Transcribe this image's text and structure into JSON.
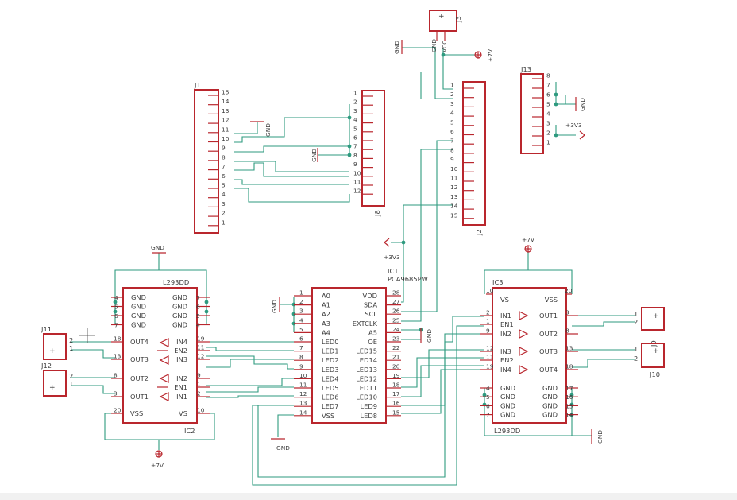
{
  "components": {
    "j1": {
      "name": "J1",
      "pins": [
        "15",
        "14",
        "13",
        "12",
        "11",
        "10",
        "9",
        "8",
        "7",
        "6",
        "5",
        "4",
        "3",
        "2",
        "1"
      ]
    },
    "j8": {
      "name": "J8",
      "pins": [
        "1",
        "2",
        "3",
        "4",
        "5",
        "6",
        "7",
        "8",
        "9",
        "10",
        "11",
        "12"
      ]
    },
    "j2": {
      "name": "J2",
      "pins": [
        "1",
        "2",
        "3",
        "4",
        "5",
        "6",
        "7",
        "8",
        "9",
        "10",
        "11",
        "12",
        "13",
        "14",
        "15"
      ]
    },
    "j3": {
      "name": "J3",
      "pin_gnd": "GND",
      "pin_vcc": "VCC"
    },
    "j13": {
      "name": "J13",
      "pins": [
        "8",
        "7",
        "6",
        "5",
        "4",
        "3",
        "2",
        "1"
      ]
    },
    "ic1": {
      "name": "IC1",
      "value": "PCA9685PW",
      "left": [
        {
          "n": "1",
          "s": "A0"
        },
        {
          "n": "2",
          "s": "A1"
        },
        {
          "n": "3",
          "s": "A2"
        },
        {
          "n": "4",
          "s": "A3"
        },
        {
          "n": "5",
          "s": "A4"
        },
        {
          "n": "6",
          "s": "LED0"
        },
        {
          "n": "7",
          "s": "LED1"
        },
        {
          "n": "8",
          "s": "LED2"
        },
        {
          "n": "9",
          "s": "LED3"
        },
        {
          "n": "10",
          "s": "LED4"
        },
        {
          "n": "11",
          "s": "LED5"
        },
        {
          "n": "12",
          "s": "LED6"
        },
        {
          "n": "13",
          "s": "LED7"
        },
        {
          "n": "14",
          "s": "VSS"
        }
      ],
      "right": [
        {
          "n": "28",
          "s": "VDD"
        },
        {
          "n": "27",
          "s": "SDA"
        },
        {
          "n": "26",
          "s": "SCL"
        },
        {
          "n": "25",
          "s": "EXTCLK"
        },
        {
          "n": "24",
          "s": "A5"
        },
        {
          "n": "23",
          "s": "OE"
        },
        {
          "n": "22",
          "s": "LED15"
        },
        {
          "n": "21",
          "s": "LED14"
        },
        {
          "n": "20",
          "s": "LED13"
        },
        {
          "n": "19",
          "s": "LED12"
        },
        {
          "n": "18",
          "s": "LED11"
        },
        {
          "n": "17",
          "s": "LED10"
        },
        {
          "n": "16",
          "s": "LED9"
        },
        {
          "n": "15",
          "s": "LED8"
        }
      ]
    },
    "ic2": {
      "name": "IC2",
      "value": "L293DD",
      "gnd_left": [
        {
          "n": "4",
          "s": "GND"
        },
        {
          "n": "5",
          "s": "GND"
        },
        {
          "n": "6",
          "s": "GND"
        },
        {
          "n": "7",
          "s": "GND"
        }
      ],
      "gnd_right": [
        {
          "n": "7",
          "s": "GND"
        },
        {
          "n": "6",
          "s": "GND"
        },
        {
          "n": "5",
          "s": "GND"
        },
        {
          "n": "4",
          "s": "GND"
        }
      ],
      "left_pins": [
        {
          "n": "18",
          "s": "OUT4"
        },
        {
          "n": "13",
          "s": "OUT3"
        },
        {
          "n": "8",
          "s": "OUT2"
        },
        {
          "n": "3",
          "s": "OUT1"
        },
        {
          "n": "20",
          "s": "VSS"
        }
      ],
      "right_pins": [
        {
          "n": "19",
          "s": "IN4"
        },
        {
          "n": "11",
          "s": "EN2"
        },
        {
          "n": "12",
          "s": "IN3"
        },
        {
          "n": "9",
          "s": "IN2"
        },
        {
          "n": "1",
          "s": "EN1"
        },
        {
          "n": "2",
          "s": "IN1"
        },
        {
          "n": "10",
          "s": "VS"
        }
      ]
    },
    "ic3": {
      "name": "IC3",
      "value": "L293DD",
      "top": [
        {
          "n": "10",
          "s": "VS"
        },
        {
          "n": "20",
          "s": "VSS"
        }
      ],
      "left_pins": [
        {
          "n": "2",
          "s": "IN1"
        },
        {
          "n": "1",
          "s": "EN1"
        },
        {
          "n": "9",
          "s": "IN2"
        },
        {
          "n": "12",
          "s": "IN3"
        },
        {
          "n": "11",
          "s": "EN2"
        },
        {
          "n": "19",
          "s": "IN4"
        }
      ],
      "right_pins": [
        {
          "n": "3",
          "s": "OUT1"
        },
        {
          "n": "8",
          "s": "OUT2"
        },
        {
          "n": "13",
          "s": "OUT3"
        },
        {
          "n": "18",
          "s": "OUT4"
        }
      ],
      "gnd_left": [
        {
          "n": "4",
          "s": "GND"
        },
        {
          "n": "5",
          "s": "GND"
        },
        {
          "n": "6",
          "s": "GND"
        },
        {
          "n": "7",
          "s": "GND"
        }
      ],
      "gnd_right": [
        {
          "n": "17",
          "s": "GND"
        },
        {
          "n": "16",
          "s": "GND"
        },
        {
          "n": "15",
          "s": "GND"
        },
        {
          "n": "14",
          "s": "GND"
        }
      ]
    },
    "j9": {
      "name": "J9",
      "pin1": "1",
      "pin2": "2",
      "plus": "+"
    },
    "j10": {
      "name": "J10",
      "pin1": "1",
      "pin2": "2",
      "plus": "+"
    },
    "j11": {
      "name": "J11",
      "pin1": "1",
      "pin2": "2",
      "plus": "+"
    },
    "j12": {
      "name": "J12",
      "pin1": "1",
      "pin2": "2",
      "plus": "+"
    }
  },
  "power_labels": {
    "gnd": "GND",
    "plus7v": "+7V",
    "plus3v3": "+3V3"
  }
}
